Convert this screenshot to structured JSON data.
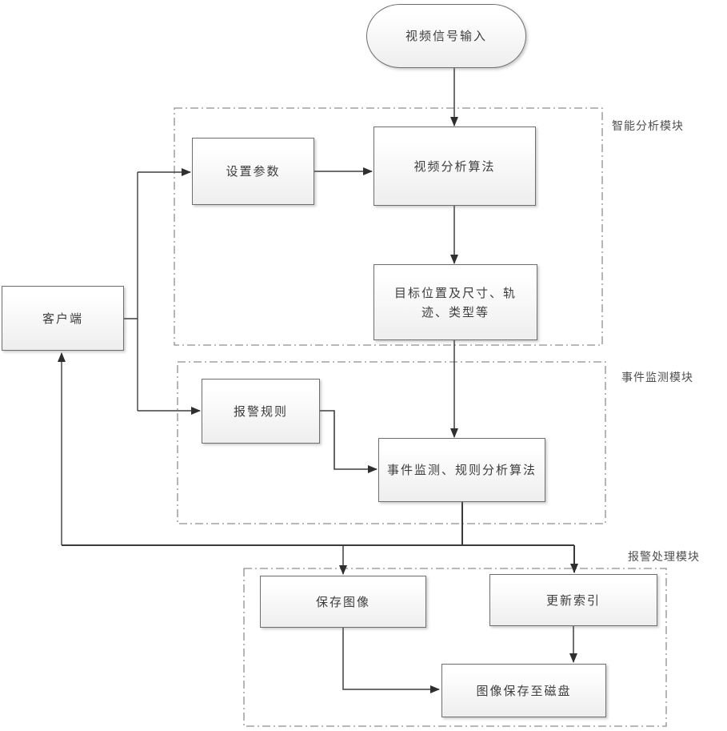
{
  "diagram": {
    "nodes": {
      "video_input": {
        "label": "视频信号输入"
      },
      "set_params": {
        "label": "设置参数"
      },
      "video_algo": {
        "label": "视频分析算法"
      },
      "target_info": {
        "label": "目标位置及尺寸、轨迹、类型等"
      },
      "client": {
        "label": "客户端"
      },
      "alarm_rules": {
        "label": "报警规则"
      },
      "event_algo": {
        "label": "事件监测、规则分析算法"
      },
      "save_image": {
        "label": "保存图像"
      },
      "update_index": {
        "label": "更新索引"
      },
      "save_disk": {
        "label": "图像保存至磁盘"
      }
    },
    "modules": {
      "analysis": {
        "label": "智能分析模块"
      },
      "event": {
        "label": "事件监测模块"
      },
      "alarm": {
        "label": "报警处理模块"
      }
    },
    "colors": {
      "connector": "#3f3f3f",
      "node_border": "#6e6e6e",
      "node_fill_top": "#ffffff",
      "node_fill_bottom": "#eeeeee",
      "module_border": "#8f8f8f",
      "text": "#3d3d3d",
      "module_label_text": "#4f4f4f"
    }
  }
}
